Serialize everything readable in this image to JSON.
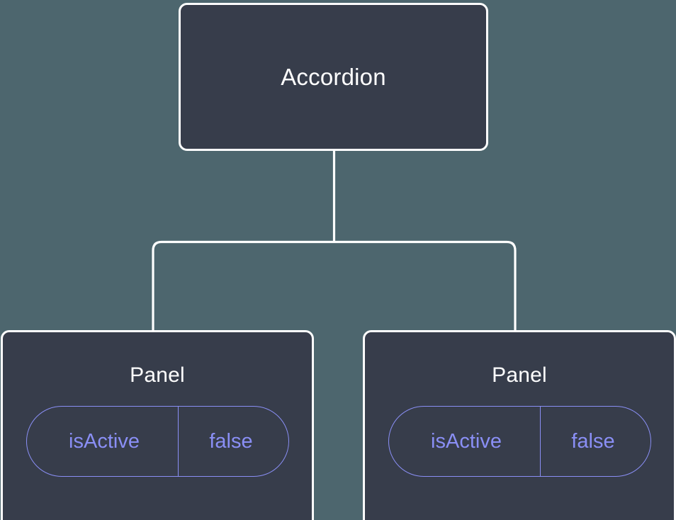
{
  "diagram": {
    "type": "component-tree",
    "background_color": "#4d666e",
    "node_fill_color": "#373d4b",
    "node_border_color": "#ffffff",
    "edge_color": "#ffffff",
    "prop_accent_color": "#8a8ff5",
    "root": {
      "label": "Accordion"
    },
    "children": [
      {
        "label": "Panel",
        "props": [
          {
            "key": "isActive",
            "value": "false"
          }
        ]
      },
      {
        "label": "Panel",
        "props": [
          {
            "key": "isActive",
            "value": "false"
          }
        ]
      }
    ]
  }
}
